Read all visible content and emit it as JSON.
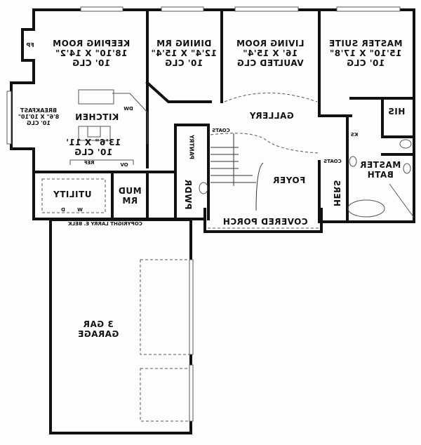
{
  "rooms": {
    "keeping": {
      "name": "KEEPING ROOM",
      "size": "18'10\" X 14'2\"",
      "ceiling": "10' CLG"
    },
    "dining": {
      "name": "DINING RM",
      "size": "12'4\" X 15'4\"",
      "ceiling": "10' CLG"
    },
    "living": {
      "name": "LIVING ROOM",
      "size": "16' X 15'4\"",
      "ceiling": "VAULTED CLG"
    },
    "master": {
      "name": "MASTER SUITE",
      "size": "15'10\" X 17'8\"",
      "ceiling": "10' CLG"
    },
    "kitchen": {
      "name": "KITCHEN",
      "size": "13'6\" X 11'",
      "ceiling": "10' CLG"
    },
    "breakfast": {
      "name": "BREAKFAST",
      "size": "8'6\" X 10'10\"",
      "ceiling": "10' CLG"
    },
    "gallery": {
      "name": "GALLERY"
    },
    "foyer": {
      "name": "FOYER"
    },
    "pantry": {
      "name": "PANTRY"
    },
    "pwdr": {
      "name": "PWDR"
    },
    "mud": {
      "name": "MUD",
      "name2": "RM"
    },
    "utility": {
      "name": "UTILITY"
    },
    "his": {
      "name": "HIS"
    },
    "hers": {
      "name": "HERS"
    },
    "bath": {
      "name": "MASTER",
      "name2": "BATH"
    },
    "porch": {
      "name": "COVERED PORCH"
    },
    "garage": {
      "name": "3 GAR",
      "name2": "GARAGE"
    }
  },
  "fixtures": {
    "fp": "FP",
    "dw": "DW",
    "ref": "REF",
    "ov": "OV",
    "w": "W",
    "d": "D",
    "coats1": "COATS",
    "coats2": "COATS",
    "ks": "KS"
  },
  "copyright": "COPYRIGHT LARRY E. BELK"
}
